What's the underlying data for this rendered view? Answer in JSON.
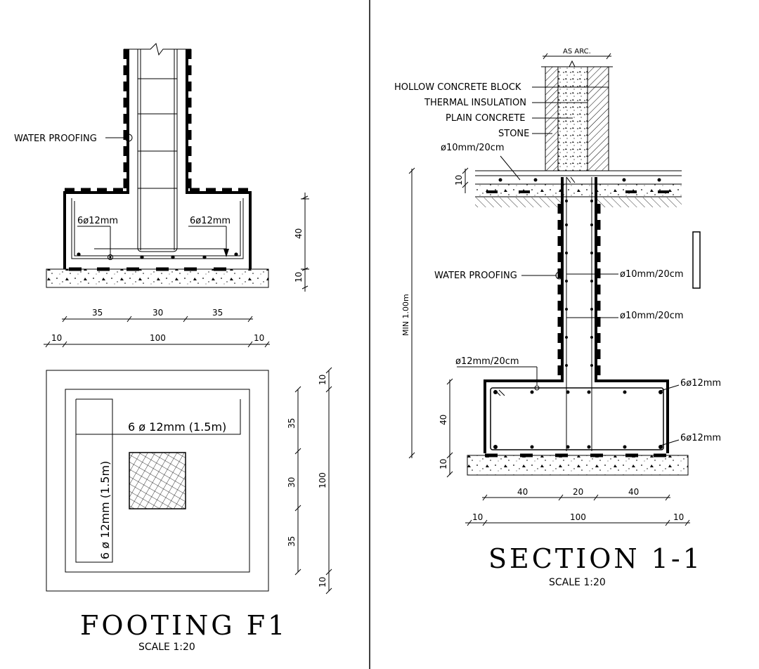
{
  "footing": {
    "labels": {
      "water_proofing": "WATER PROOFING",
      "bar_left": "6ø12mm",
      "bar_right": "6ø12mm"
    },
    "dims": {
      "vertical": [
        "40",
        "10"
      ],
      "row1": [
        "35",
        "30",
        "35"
      ],
      "row2": [
        "10",
        "100",
        "10"
      ]
    },
    "plan": {
      "bar_horizontal": "6 ø 12mm (1.5m)",
      "bar_vertical": "6 ø 12mm (1.5m)",
      "dims_inner": [
        "35",
        "30",
        "35"
      ],
      "dims_outer": [
        "10",
        "100",
        "10"
      ]
    },
    "title": "FOOTING F1",
    "scale": "SCALE 1:20"
  },
  "section": {
    "labels": {
      "as_arc": "AS ARC.",
      "hollow_block": "HOLLOW CONCRETE BLOCK",
      "thermal": "THERMAL INSULATION",
      "plain_concrete": "PLAIN CONCRETE",
      "stone": "STONE",
      "slab_bar": "ø10mm/20cm",
      "water_proofing": "WATER PROOFING",
      "wall_bar_1": "ø10mm/20cm",
      "wall_bar_2": "ø10mm/20cm",
      "footing_bar": "ø12mm/20cm",
      "top_bars": "6ø12mm",
      "bottom_bars": "6ø12mm"
    },
    "dims": {
      "slab": "10",
      "min_height": "MIN 1.00m",
      "vertical": [
        "40",
        "10"
      ],
      "row1": [
        "40",
        "20",
        "40"
      ],
      "row2": [
        "10",
        "100",
        "10"
      ]
    },
    "title": "SECTION 1-1",
    "scale": "SCALE 1:20"
  }
}
